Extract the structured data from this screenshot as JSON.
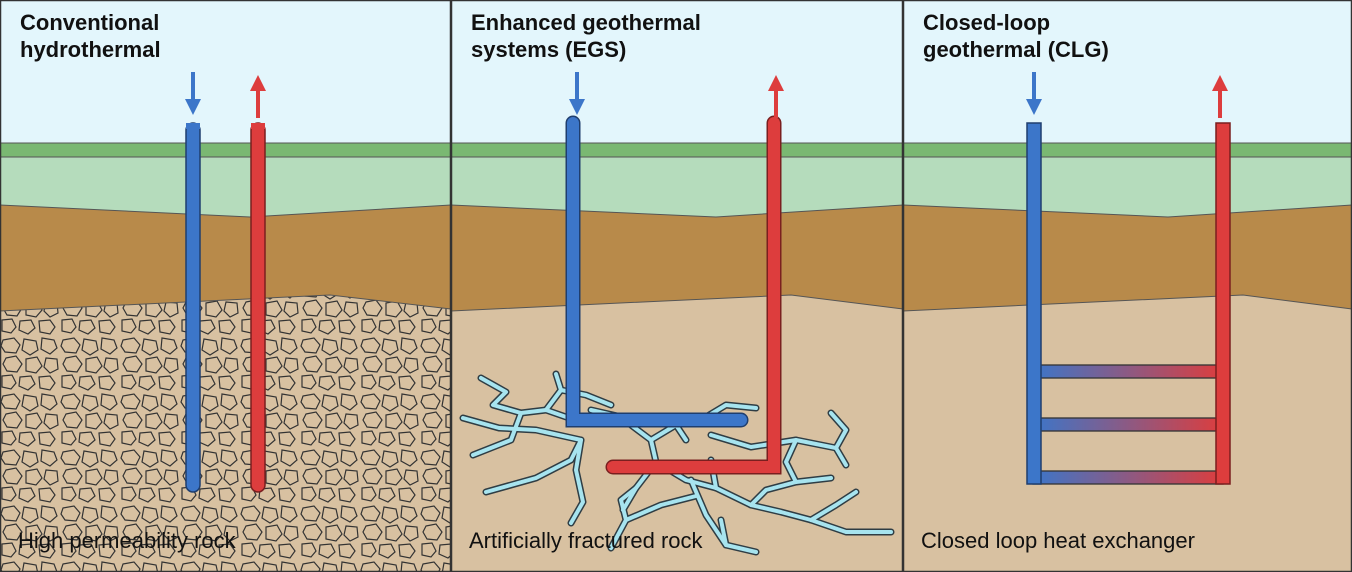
{
  "figure": {
    "panels": [
      {
        "title_line1": "Conventional",
        "title_line2": "hydrothermal",
        "caption": "High permeability rock"
      },
      {
        "title_line1": "Enhanced geothermal",
        "title_line2": "systems (EGS)",
        "caption": "Artificially fractured rock"
      },
      {
        "title_line1": "Closed-loop",
        "title_line2": "geothermal (CLG)",
        "caption": "Closed loop heat exchanger"
      }
    ]
  },
  "colors": {
    "sky": "#e3f6fc",
    "grass": "#7ab872",
    "topsoil": "#b5dcbc",
    "sediment": "#b88a4a",
    "bedrock": "#d8c1a1",
    "injection_pipe": "#3c76c9",
    "production_pipe": "#dd3d3d",
    "fractures": "#a7e4ef",
    "outline": "#333333"
  }
}
